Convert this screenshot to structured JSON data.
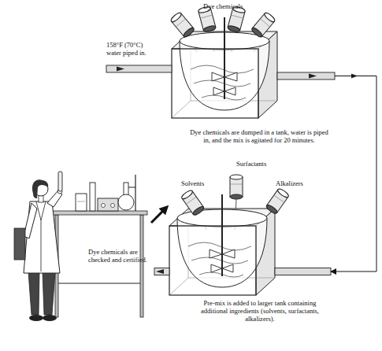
{
  "diagram": {
    "nodes": [
      {
        "text": [
          "Dye chemicals are checked and certified."
        ]
      },
      {
        "text": [
          "Dye chemicals",
          "158°F (70°C) water piped in.",
          "Dye chemicals are dumped in a tank, water is piped in, and the mix is agitated for 20 minutes."
        ]
      },
      {
        "text": [
          "Solvents",
          "Surfactants",
          "Alkalizers",
          "Pre-mix is added to larger tank containing additional ingredients (solvents, surfactants, alkalizers)."
        ]
      }
    ],
    "edges": [
      {
        "from": 0,
        "to": 1,
        "arrow": "to"
      },
      {
        "from": 1,
        "to": 2,
        "arrow": "to"
      }
    ]
  }
}
